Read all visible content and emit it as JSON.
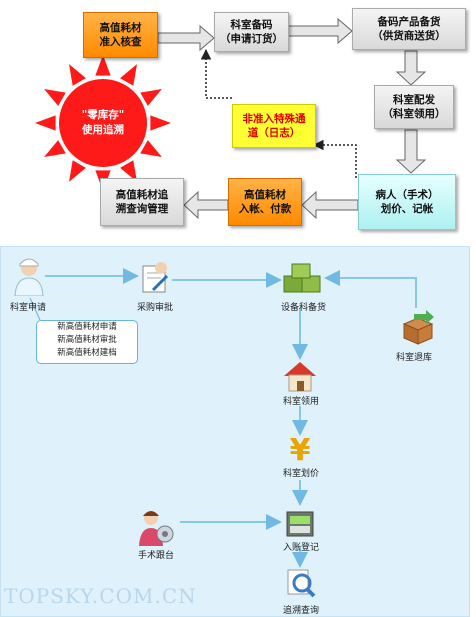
{
  "top": {
    "box_hv_access": "高值耗材\n准入核查",
    "box_dept_code": "科室备码\n（申请订货）",
    "box_code_supply": "备码产品备货\n（供货商送货）",
    "box_dept_dispatch": "科室配发\n（科室领用）",
    "box_special_channel": "非准入特殊通\n道（日志）",
    "box_patient": "病人（手术）\n划价、记帐",
    "box_account_pay": "高值耗材\n入帐、付款",
    "box_trace_mgmt": "高值耗材追\n溯查询管理",
    "sun_text": "\"零库存\"\n使用追溯"
  },
  "bottom": {
    "dept_apply": "科室申请",
    "purchase_approve": "采购审批",
    "equip_stock": "设备科备货",
    "dept_return": "科室退库",
    "dept_use": "科室领用",
    "dept_price": "科室划价",
    "surgery_follow": "手术跟台",
    "book_register": "入账登记",
    "trace_query": "追溯查询",
    "info_lines": [
      "新高值耗材申请",
      "新高值耗材审批",
      "新高值耗材建档"
    ]
  },
  "watermark": "TOPSKY.COM.CN",
  "colors": {
    "orange": "#ff8a00",
    "sun_red": "#ff1a1a",
    "special_yellow": "#ffff33",
    "arrow_blue": "#86c8ea",
    "panel_bg": "#dff1fb"
  }
}
